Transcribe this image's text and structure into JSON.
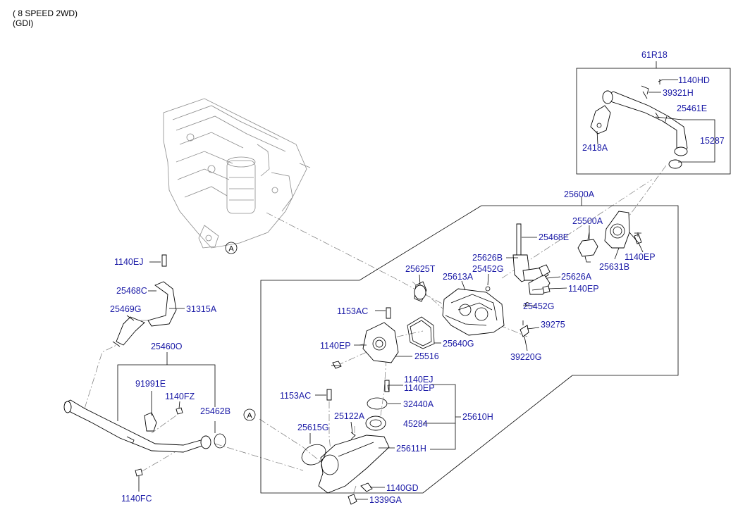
{
  "header": {
    "line1": "( 8 SPEED 2WD)",
    "line2": "(GDI)"
  },
  "ref_marker": "A",
  "labels": {
    "p61R18": "61R18",
    "p1140HD": "1140HD",
    "p39321H": "39321H",
    "p25461E": "25461E",
    "p15287": "15287",
    "p2418A": "2418A",
    "p25600A": "25600A",
    "p25500A": "25500A",
    "p25468E": "25468E",
    "p1140EP_a": "1140EP",
    "p25631B": "25631B",
    "p25626B": "25626B",
    "p25452G_a": "25452G",
    "p25625T": "25625T",
    "p25613A": "25613A",
    "p25626A": "25626A",
    "p1140EP_b": "1140EP",
    "p25452G_b": "25452G",
    "p1153AC_a": "1153AC",
    "p39275": "39275",
    "p39220G": "39220G",
    "p25640G": "25640G",
    "p1140EP_c": "1140EP",
    "p25516": "25516",
    "p1140EJ_a": "1140EJ",
    "p25468C": "25468C",
    "p31315A": "31315A",
    "p25469G": "25469G",
    "p25460O": "25460O",
    "p91991E": "91991E",
    "p1140FZ": "1140FZ",
    "p25462B": "25462B",
    "p1140FC": "1140FC",
    "p1140EJ_b": "1140EJ",
    "p1140EP_d": "1140EP",
    "p1153AC_b": "1153AC",
    "p32440A": "32440A",
    "p25122A": "25122A",
    "p45284": "45284",
    "p25610H": "25610H",
    "p25615G": "25615G",
    "p25611H": "25611H",
    "p1140GD": "1140GD",
    "p1339GA": "1339GA"
  },
  "colors": {
    "label": "#1a1aa6",
    "line": "#000000",
    "engine": "#8a8a8a"
  }
}
